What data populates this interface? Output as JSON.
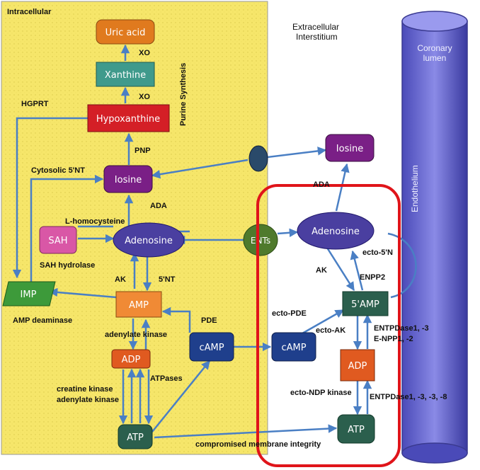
{
  "regions": {
    "intracellular": "Intracellular",
    "extracellular": "Extracellular Interstitium",
    "extracellular_line1": "Extracellular",
    "extracellular_line2": "Interstitium",
    "coronary_line1": "Coronary",
    "coronary_line2": "lumen",
    "endothelium": "Endothelium",
    "purine_synthesis": "Purine Synthesis"
  },
  "nodes": {
    "uric_acid": "Uric acid",
    "xanthine": "Xanthine",
    "hypoxanthine": "Hypoxanthine",
    "iosine_intra": "Iosine",
    "adenosine_intra": "Adenosine",
    "sah": "SAH",
    "imp": "IMP",
    "amp": "AMP",
    "adp_intra": "ADP",
    "atp_intra": "ATP",
    "camp_intra": "cAMP",
    "ents": "ENTs",
    "iosine_extra": "Iosine",
    "adenosine_extra": "Adenosine",
    "five_amp": "5'AMP",
    "camp_extra": "cAMP",
    "adp_extra": "ADP",
    "atp_extra": "ATP"
  },
  "labels": {
    "xo_top": "XO",
    "xo_bottom": "XO",
    "hgprt": "HGPRT",
    "pnp": "PNP",
    "cytosolic_5nt": "Cytosolic 5'NT",
    "ada_intra": "ADA",
    "l_homocysteine": "L-homocysteine",
    "sah_hydrolase": "SAH hydrolase",
    "ak_intra": "AK",
    "five_nt": "5'NT",
    "amp_deaminase": "AMP deaminase",
    "adenylate_kinase": "adenylate kinase",
    "pde": "PDE",
    "atpases": "ATPases",
    "creatine_kinase": "creatine kinase",
    "adenylate_kinase2": "adenylate kinase",
    "compromised": "compromised membrane integrity",
    "ada_extra": "ADA",
    "ecto_5n": "ecto-5'N",
    "ak_extra": "AK",
    "enpp2": "ENPP2",
    "ecto_pde": "ecto-PDE",
    "ecto_ak": "ecto-AK",
    "entpdase1_3": "ENTPDase1, -3",
    "e_npp1_2": "E-NPP1, -2",
    "ecto_ndp_kinase": "ecto-NDP kinase",
    "entpdase_multi": "ENTPDase1, -3, -3, -8"
  },
  "colors": {
    "intracellular_bg": "#f6e66a",
    "arrow": "#4a7fc4",
    "highlight": "#e0141a",
    "uric_acid": "#e07a1e",
    "xanthine": "#3f9a8c",
    "hypoxanthine": "#d41f26",
    "iosine": "#7a1f86",
    "adenosine": "#4a3fa0",
    "sah": "#d957a6",
    "imp": "#3d9a3a",
    "amp": "#f08a35",
    "adp": "#e05a20",
    "atp": "#2b5f4d",
    "camp": "#1f3f8c",
    "ents": "#4f7a2c",
    "five_amp": "#2b5f4d",
    "endothelium": "#6a6ad6"
  }
}
